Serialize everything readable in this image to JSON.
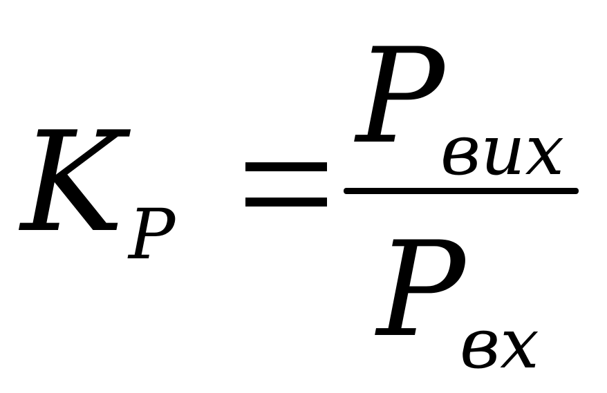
{
  "formula": {
    "lhs": {
      "symbol": "K",
      "subscript": "P"
    },
    "operator": "=",
    "rhs": {
      "numerator": {
        "symbol": "P",
        "subscript": "вих"
      },
      "denominator": {
        "symbol": "P",
        "subscript": "вх"
      }
    }
  }
}
